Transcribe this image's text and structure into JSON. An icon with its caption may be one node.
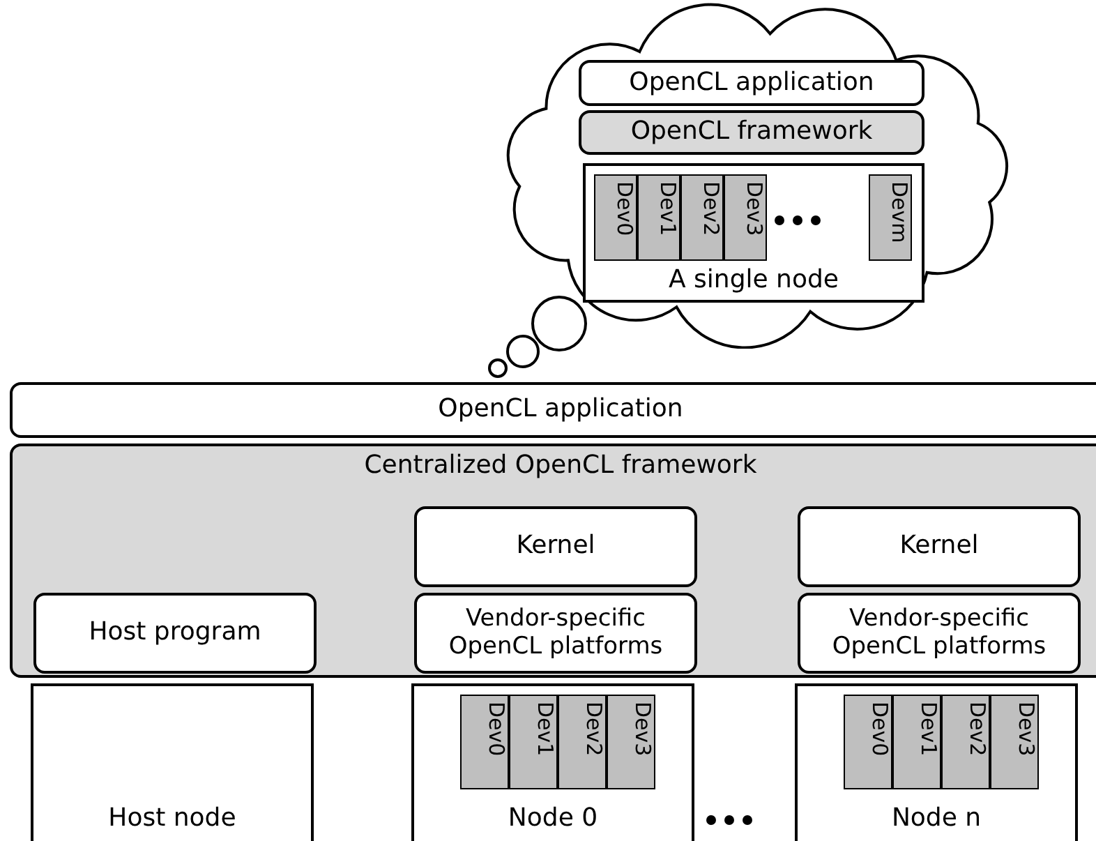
{
  "diagram": {
    "nodes": [
      {
        "text": [],
        "shape": "cloud"
      },
      {
        "text": [
          "OpenCL application"
        ],
        "in": 0
      },
      {
        "text": [
          "OpenCL framework"
        ],
        "in": 0
      },
      {
        "text": [
          "A single node"
        ],
        "in": 0
      },
      {
        "text": [
          "Dev0"
        ],
        "in": 3
      },
      {
        "text": [
          "Dev1"
        ],
        "in": 3
      },
      {
        "text": [
          "Dev2"
        ],
        "in": 3
      },
      {
        "text": [
          "Dev3"
        ],
        "in": 3
      },
      {
        "text": [
          "Devm"
        ],
        "in": 3
      },
      {
        "text": [
          "OpenCL application"
        ]
      },
      {
        "text": [
          "Centralized OpenCL framework"
        ]
      },
      {
        "text": [
          "Kernel"
        ],
        "in": 10
      },
      {
        "text": [
          "Kernel"
        ],
        "in": 10
      },
      {
        "text": [
          "Host program"
        ],
        "in": 10
      },
      {
        "text": [
          "Vendor-specific OpenCL platforms"
        ],
        "in": 10
      },
      {
        "text": [
          "Vendor-specific OpenCL platforms"
        ],
        "in": 10
      },
      {
        "text": [
          "Host node"
        ]
      },
      {
        "text": [
          "Node 0"
        ]
      },
      {
        "text": [
          "Dev0"
        ],
        "in": 17
      },
      {
        "text": [
          "Dev1"
        ],
        "in": 17
      },
      {
        "text": [
          "Dev2"
        ],
        "in": 17
      },
      {
        "text": [
          "Dev3"
        ],
        "in": 17
      },
      {
        "text": [
          "Node n"
        ]
      },
      {
        "text": [
          "Dev0"
        ],
        "in": 22
      },
      {
        "text": [
          "Dev1"
        ],
        "in": 22
      },
      {
        "text": [
          "Dev2"
        ],
        "in": 22
      },
      {
        "text": [
          "Dev3"
        ],
        "in": 22
      }
    ]
  }
}
